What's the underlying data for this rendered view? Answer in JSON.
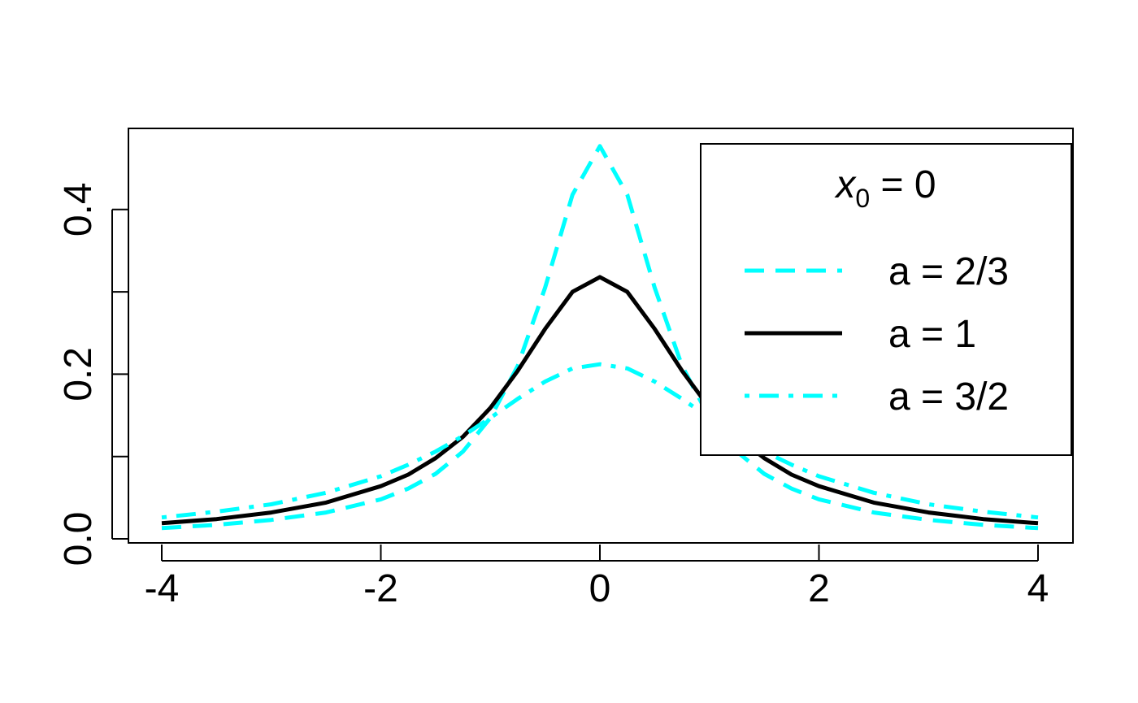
{
  "chart_data": {
    "type": "line",
    "x": [
      -4,
      -3.5,
      -3,
      -2.5,
      -2,
      -1.75,
      -1.5,
      -1.25,
      -1,
      -0.75,
      -0.5,
      -0.25,
      0,
      0.25,
      0.5,
      0.75,
      1,
      1.25,
      1.5,
      1.75,
      2,
      2.5,
      3,
      3.5,
      4
    ],
    "series": [
      {
        "name": "a = 2/3",
        "color": "#00FFFF",
        "dash": "dashed",
        "values": [
          0.013,
          0.017,
          0.023,
          0.032,
          0.048,
          0.061,
          0.079,
          0.106,
          0.147,
          0.21,
          0.305,
          0.418,
          0.477,
          0.418,
          0.305,
          0.21,
          0.147,
          0.106,
          0.079,
          0.061,
          0.048,
          0.032,
          0.023,
          0.017,
          0.013
        ]
      },
      {
        "name": "a = 1",
        "color": "#000000",
        "dash": "solid",
        "values": [
          0.019,
          0.024,
          0.032,
          0.044,
          0.064,
          0.078,
          0.098,
          0.124,
          0.159,
          0.204,
          0.255,
          0.3,
          0.318,
          0.3,
          0.255,
          0.204,
          0.159,
          0.124,
          0.098,
          0.078,
          0.064,
          0.044,
          0.032,
          0.024,
          0.019
        ]
      },
      {
        "name": "a = 3/2",
        "color": "#00FFFF",
        "dash": "dotdash",
        "values": [
          0.026,
          0.033,
          0.042,
          0.056,
          0.076,
          0.09,
          0.106,
          0.125,
          0.147,
          0.17,
          0.191,
          0.207,
          0.212,
          0.207,
          0.191,
          0.17,
          0.147,
          0.125,
          0.106,
          0.09,
          0.076,
          0.056,
          0.042,
          0.033,
          0.026
        ]
      }
    ],
    "xlim": [
      -4,
      4
    ],
    "ylim": [
      0,
      0.5
    ],
    "xticks": [
      "-4",
      "-2",
      "0",
      "2",
      "4"
    ],
    "yticks": [
      "0.0",
      "0.2",
      "0.4"
    ],
    "legend": {
      "title_var": "x",
      "title_sub": "0",
      "title_rest": " = 0",
      "placement": "top-right"
    },
    "title": "",
    "xlabel": "",
    "ylabel": ""
  }
}
